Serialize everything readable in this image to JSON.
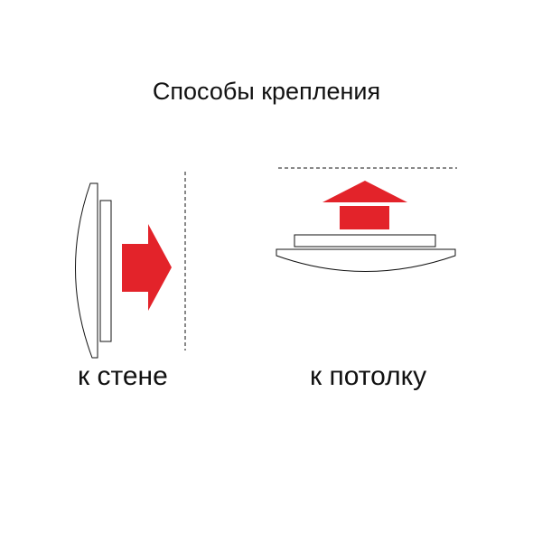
{
  "title": "Способы крепления",
  "wall_mount": {
    "label": "к стене"
  },
  "ceiling_mount": {
    "label": "к потолку"
  },
  "colors": {
    "arrow": "#e3232a",
    "outline": "#111111",
    "background": "#ffffff"
  }
}
